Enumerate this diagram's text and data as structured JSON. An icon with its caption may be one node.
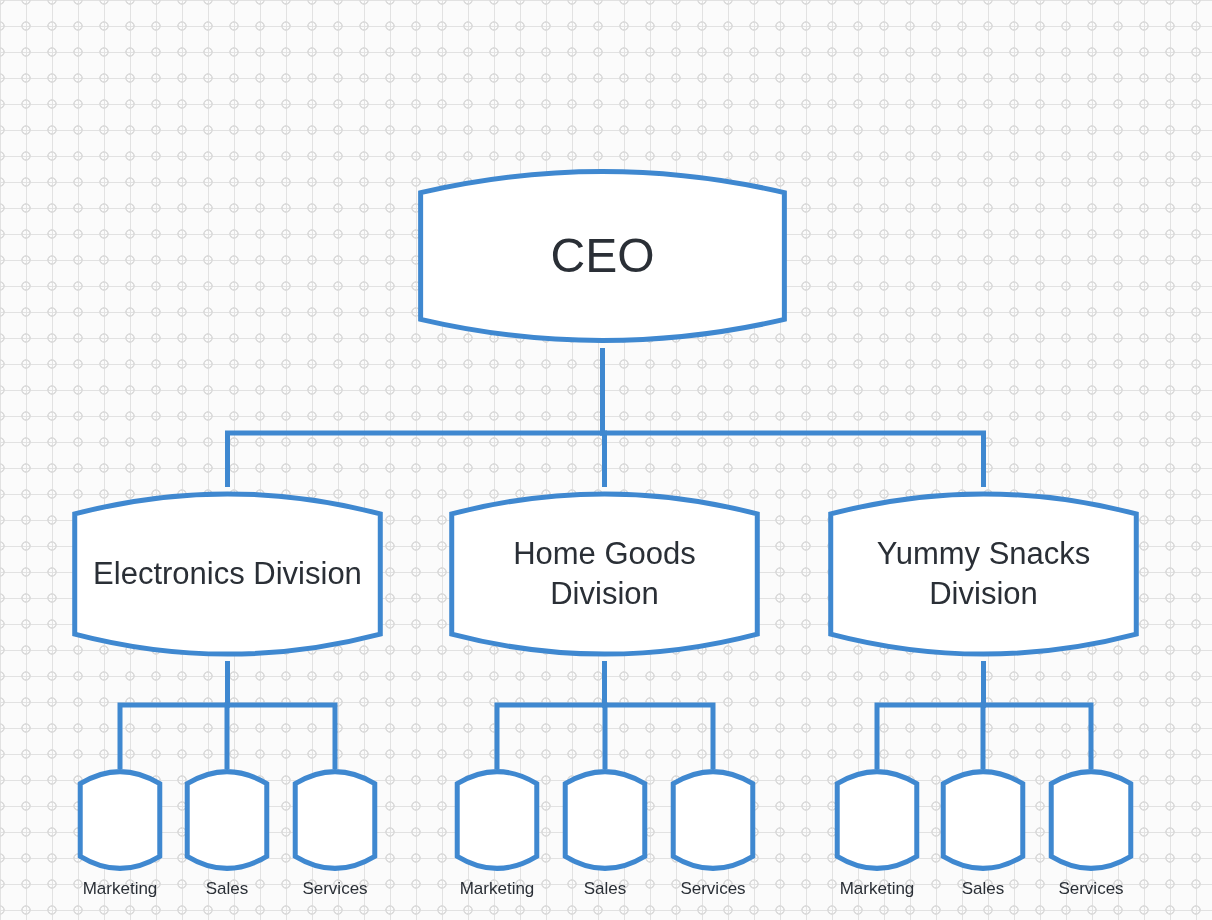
{
  "diagram": {
    "nodes": [
      {
        "text": [
          "CEO"
        ]
      },
      {
        "text": [
          "Electronics Division"
        ]
      },
      {
        "text": [
          "Home Goods Division"
        ]
      },
      {
        "text": [
          "Yummy Snacks Division"
        ]
      },
      {
        "text": [
          "Marketing"
        ]
      },
      {
        "text": [
          "Sales"
        ]
      },
      {
        "text": [
          "Services"
        ]
      },
      {
        "text": [
          "Marketing"
        ]
      },
      {
        "text": [
          "Sales"
        ]
      },
      {
        "text": [
          "Services"
        ]
      },
      {
        "text": [
          "Marketing"
        ]
      },
      {
        "text": [
          "Sales"
        ]
      },
      {
        "text": [
          "Services"
        ]
      }
    ],
    "edges": [
      {
        "from": 0,
        "to": 1,
        "arrow": "none"
      },
      {
        "from": 0,
        "to": 2,
        "arrow": "none"
      },
      {
        "from": 0,
        "to": 3,
        "arrow": "none"
      },
      {
        "from": 1,
        "to": 4,
        "arrow": "none"
      },
      {
        "from": 1,
        "to": 5,
        "arrow": "none"
      },
      {
        "from": 1,
        "to": 6,
        "arrow": "none"
      },
      {
        "from": 2,
        "to": 7,
        "arrow": "none"
      },
      {
        "from": 2,
        "to": 8,
        "arrow": "none"
      },
      {
        "from": 2,
        "to": 9,
        "arrow": "none"
      },
      {
        "from": 3,
        "to": 10,
        "arrow": "none"
      },
      {
        "from": 3,
        "to": 11,
        "arrow": "none"
      },
      {
        "from": 3,
        "to": 12,
        "arrow": "none"
      }
    ]
  }
}
